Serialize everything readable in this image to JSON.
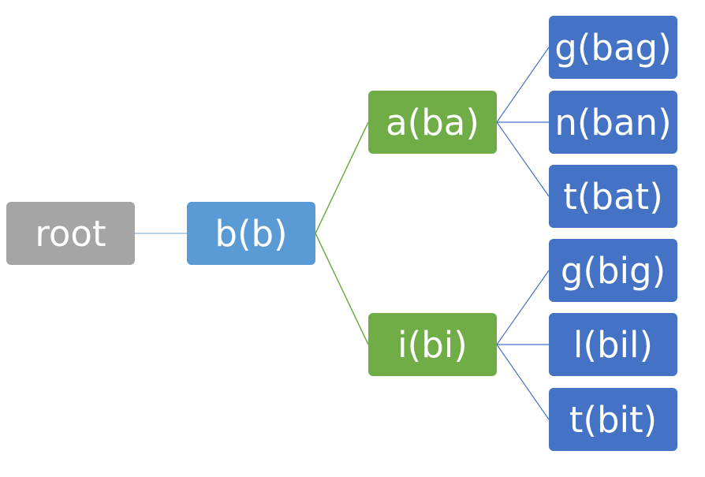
{
  "tree": {
    "root": {
      "label": "root"
    },
    "b": {
      "label": "b(b)"
    },
    "a": {
      "label": "a(ba)"
    },
    "i": {
      "label": "i(bi)"
    },
    "bag": {
      "label": "g(bag)"
    },
    "ban": {
      "label": "n(ban)"
    },
    "bat": {
      "label": "t(bat)"
    },
    "big": {
      "label": "g(big)"
    },
    "bil": {
      "label": "l(bil)"
    },
    "bit": {
      "label": "t(bit)"
    }
  },
  "colors": {
    "root_fill": "#a5a5a5",
    "level1_fill": "#5b9bd5",
    "level2_fill": "#70ad47",
    "leaf_fill": "#4472c4",
    "connector_root": "#9dc3e6",
    "connector_level1": "#70ad47",
    "connector_level2": "#4472c4",
    "text": "#ffffff"
  }
}
